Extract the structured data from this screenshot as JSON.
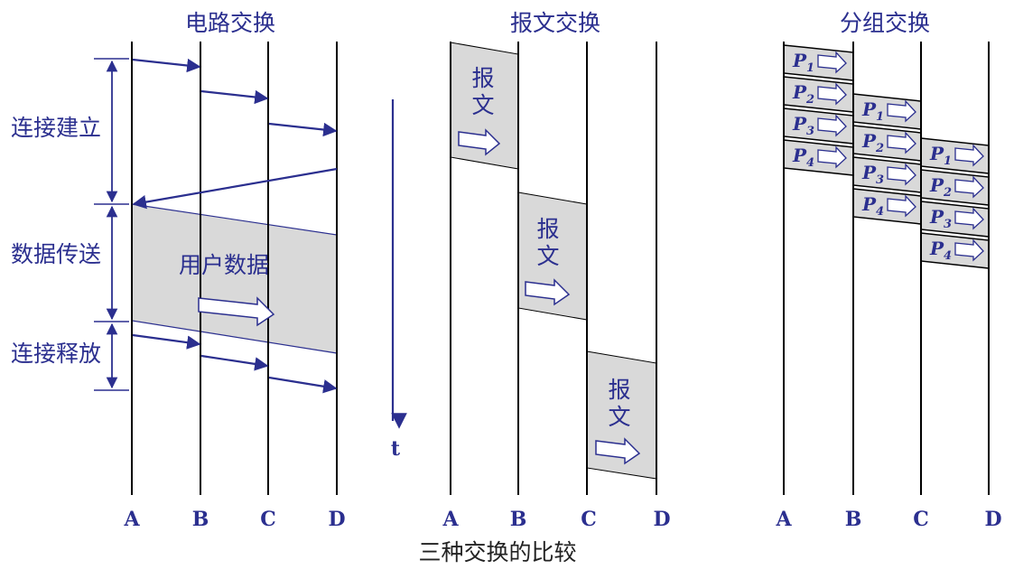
{
  "caption": "三种交换的比较",
  "time_label": "t",
  "nodes": [
    "A",
    "B",
    "C",
    "D"
  ],
  "colors": {
    "line": "#2b2f8f",
    "fill": "#d9d9d9",
    "text": "#2b2f8f"
  },
  "circuit": {
    "title": "电路交换",
    "phases": [
      "连接建立",
      "数据传送",
      "连接释放"
    ],
    "data_label": "用户数据"
  },
  "message": {
    "title": "报文交换",
    "block_char1": "报",
    "block_char2": "文"
  },
  "packet": {
    "title": "分组交换",
    "packets": [
      "P",
      "P",
      "P",
      "P"
    ],
    "subscripts": [
      "1",
      "2",
      "3",
      "4"
    ]
  }
}
